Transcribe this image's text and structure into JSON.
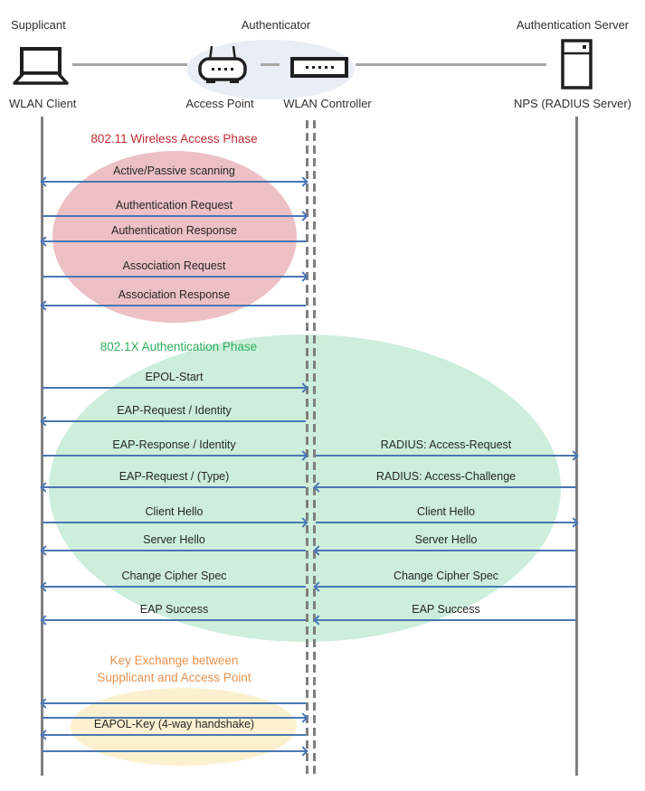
{
  "actors": {
    "supplicant": {
      "role": "Supplicant",
      "device": "WLAN Client"
    },
    "authenticator": {
      "role": "Authenticator",
      "access_point": "Access Point",
      "controller": "WLAN Controller"
    },
    "auth_server": {
      "role": "Authentication Server",
      "device": "NPS (RADIUS Server)"
    }
  },
  "phases": {
    "wireless_access": {
      "title": "802.11 Wireless Access Phase",
      "title_color": "#bf2b33",
      "ellipse_color": "#ecc0c4",
      "messages": [
        {
          "label": "Active/Passive scanning",
          "direction": "both"
        },
        {
          "label": "Authentication Request",
          "direction": "right"
        },
        {
          "label": "Authentication Response",
          "direction": "left"
        },
        {
          "label": "Association Request",
          "direction": "right"
        },
        {
          "label": "Association Response",
          "direction": "left"
        }
      ]
    },
    "dot1x_auth": {
      "title": "802.1X Authentication Phase",
      "title_color": "#2eb05f",
      "ellipse_color": "#cceeda",
      "left_messages": [
        {
          "label": "EPOL-Start",
          "direction": "right"
        },
        {
          "label": "EAP-Request / Identity",
          "direction": "left"
        },
        {
          "label": "EAP-Response / Identity",
          "direction": "right"
        },
        {
          "label": "EAP-Request / (Type)",
          "direction": "left"
        },
        {
          "label": "Client Hello",
          "direction": "right"
        },
        {
          "label": "Server Hello",
          "direction": "left"
        },
        {
          "label": "Change Cipher Spec",
          "direction": "left"
        },
        {
          "label": "EAP Success",
          "direction": "left"
        }
      ],
      "right_messages": [
        {
          "label": "RADIUS: Access-Request",
          "direction": "right"
        },
        {
          "label": "RADIUS: Access-Challenge",
          "direction": "left"
        },
        {
          "label": "Client Hello",
          "direction": "right"
        },
        {
          "label": "Server Hello",
          "direction": "left"
        },
        {
          "label": "Change Cipher Spec",
          "direction": "left"
        },
        {
          "label": "EAP Success",
          "direction": "left"
        }
      ]
    },
    "key_exchange": {
      "title_line1": "Key Exchange between",
      "title_line2": "Supplicant and Access Point",
      "title_color": "#e8914e",
      "ellipse_color": "#fcf0d0",
      "messages": [
        {
          "label": "",
          "direction": "left"
        },
        {
          "label": "",
          "direction": "right"
        },
        {
          "label": "EAPOL-Key (4-way handshake)",
          "direction": "left"
        },
        {
          "label": "",
          "direction": "right"
        }
      ]
    }
  },
  "colors": {
    "arrow": "#4a76b4",
    "lifeline": "#7f7f7f",
    "connector": "#a6a6a6",
    "authenticator_ellipse": "#e9edf6"
  }
}
